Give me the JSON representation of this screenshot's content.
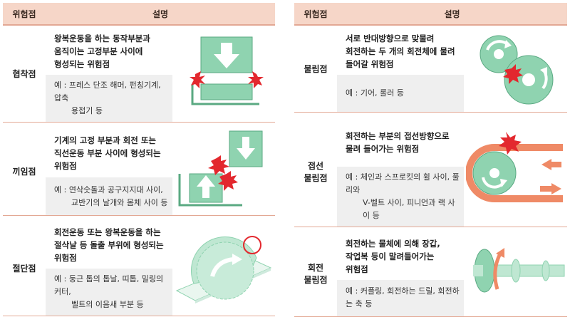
{
  "left_table": {
    "header": {
      "col1": "위험점",
      "col2": "설명"
    },
    "rows": [
      {
        "name": "협착점",
        "desc_lines": [
          "왕복운동을 하는 동작부분과",
          "움직이는 고정부분 사이에",
          "형성되는 위험점"
        ],
        "example_lines": [
          "예 : 프레스 단조 해머, 펀칭기계, 압축",
          "용접기 등"
        ]
      },
      {
        "name": "끼임점",
        "desc_lines": [
          "기계의 고정 부분과 회전 또는",
          "직선운동 부분 사이에 형성되는",
          "위험점"
        ],
        "example_lines": [
          "예 : 연삭숫돌과 공구지지대 사이,",
          "교반기의 날개와 몸체 사이 등"
        ]
      },
      {
        "name": "절단점",
        "desc_lines": [
          "회전운동 또는 왕복운동을 하는",
          "절삭날 등 돌출 부위에 형성되는",
          "위험점"
        ],
        "example_lines": [
          "예 : 둥근 톱의 톱날, 띠톱, 밀링의 커터,",
          "벨트의 이음새 부분 등"
        ]
      }
    ]
  },
  "right_table": {
    "header": {
      "col1": "위험점",
      "col2": "설명"
    },
    "rows": [
      {
        "name_lines": [
          "물림점"
        ],
        "desc_lines": [
          "서로 반대방향으로 맞물려",
          "회전하는 두 개의 회전체에 물려",
          "들어갈 위험점"
        ],
        "example_lines": [
          "예 : 기어, 롤러 등"
        ]
      },
      {
        "name_lines": [
          "접선",
          "물림점"
        ],
        "desc_lines": [
          "회전하는 부분의 접선방향으로",
          "물려 들어가는 위험점"
        ],
        "example_lines": [
          "예 : 체인과 스프로킷의 휠 사이, 풀리와",
          "V-벨트 사이, 피니언과 랙 사이 등"
        ]
      },
      {
        "name_lines": [
          "회전",
          "물림점"
        ],
        "desc_lines": [
          "회전하는 물체에 의해 장갑,",
          "작업복 등이 말려들어가는",
          "위험점"
        ],
        "example_lines": [
          "예 : 커플링, 회전하는 드릴, 회전하는 축 등"
        ]
      }
    ]
  },
  "colors": {
    "header_bg": "#f6d6c8",
    "border": "#e3a894",
    "example_bg": "#efefef",
    "machine_green": "#8fd3b0",
    "machine_outline": "#5aa982",
    "danger_red": "#e3282e",
    "arrow_orange": "#ef8a66"
  },
  "icons": [
    "press-pinch-illustration",
    "shear-point-illustration",
    "saw-blade-illustration",
    "gear-mesh-illustration",
    "belt-pulley-illustration",
    "rotating-shaft-illustration"
  ]
}
